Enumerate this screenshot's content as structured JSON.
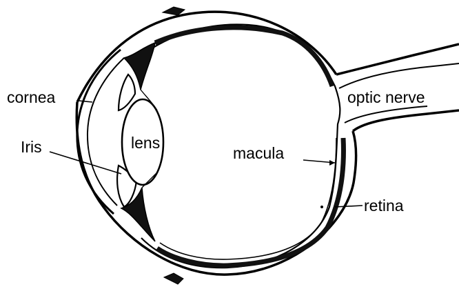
{
  "labels": {
    "cornea": "cornea",
    "iris": "Iris",
    "lens": "lens",
    "macula": "macula",
    "optic_nerve": "optic nerve",
    "retina": "retina"
  },
  "colors": {
    "ink": "#000000",
    "paper": "#ffffff",
    "pigment": "#111111"
  }
}
